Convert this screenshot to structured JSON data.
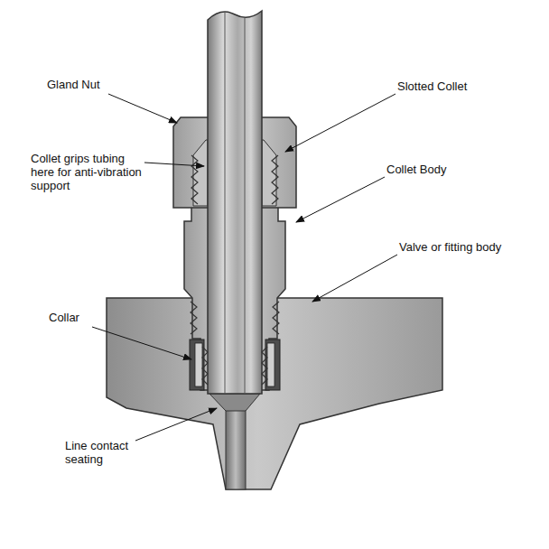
{
  "diagram": {
    "labels": [
      "Gland Nut",
      "Slotted Collet",
      "Collet grips tubing here for anti-vibration support",
      "Collet Body",
      "Valve or fitting body",
      "Collar",
      "Line contact seating"
    ]
  }
}
